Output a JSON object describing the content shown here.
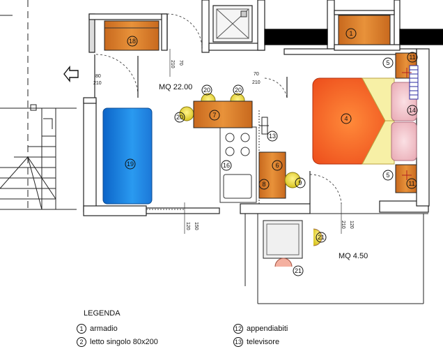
{
  "rooms": {
    "main_area": "MQ  22.00",
    "small_area": "MQ  4.50"
  },
  "doors": {
    "left_w": "80",
    "left_h": "210",
    "center_w": "70",
    "center_h": "210",
    "top_v1": "70",
    "top_v2": "210",
    "bottom_left_1": "150",
    "bottom_left_2": "120",
    "bottom_right_1": "120",
    "bottom_right_2": "210"
  },
  "markers": {
    "m1": "1",
    "m4": "4",
    "m5a": "5",
    "m5b": "5",
    "m6": "6",
    "m7": "7",
    "m8": "8",
    "m9": "9",
    "m11a": "11",
    "m11b": "11",
    "m13": "13",
    "m14": "14",
    "m16": "16",
    "m18": "18",
    "m19": "19",
    "m20a": "20",
    "m20b": "20",
    "m20c": "20",
    "m21a": "21",
    "m21b": "21"
  },
  "legend": {
    "title": "LEGENDA",
    "items": [
      {
        "num": "1",
        "label": "armadio"
      },
      {
        "num": "2",
        "label": "letto singolo 80x200"
      },
      {
        "num": "12",
        "label": "appendiabiti"
      },
      {
        "num": "13",
        "label": "televisore"
      }
    ]
  },
  "colors": {
    "wardrobe": "#d9822b",
    "bed_single": "#1f7fd6",
    "bed_double": "#f25a1e",
    "table": "#f2f2f2",
    "chair_yellow": "#e8d530",
    "wall": "#000000"
  }
}
